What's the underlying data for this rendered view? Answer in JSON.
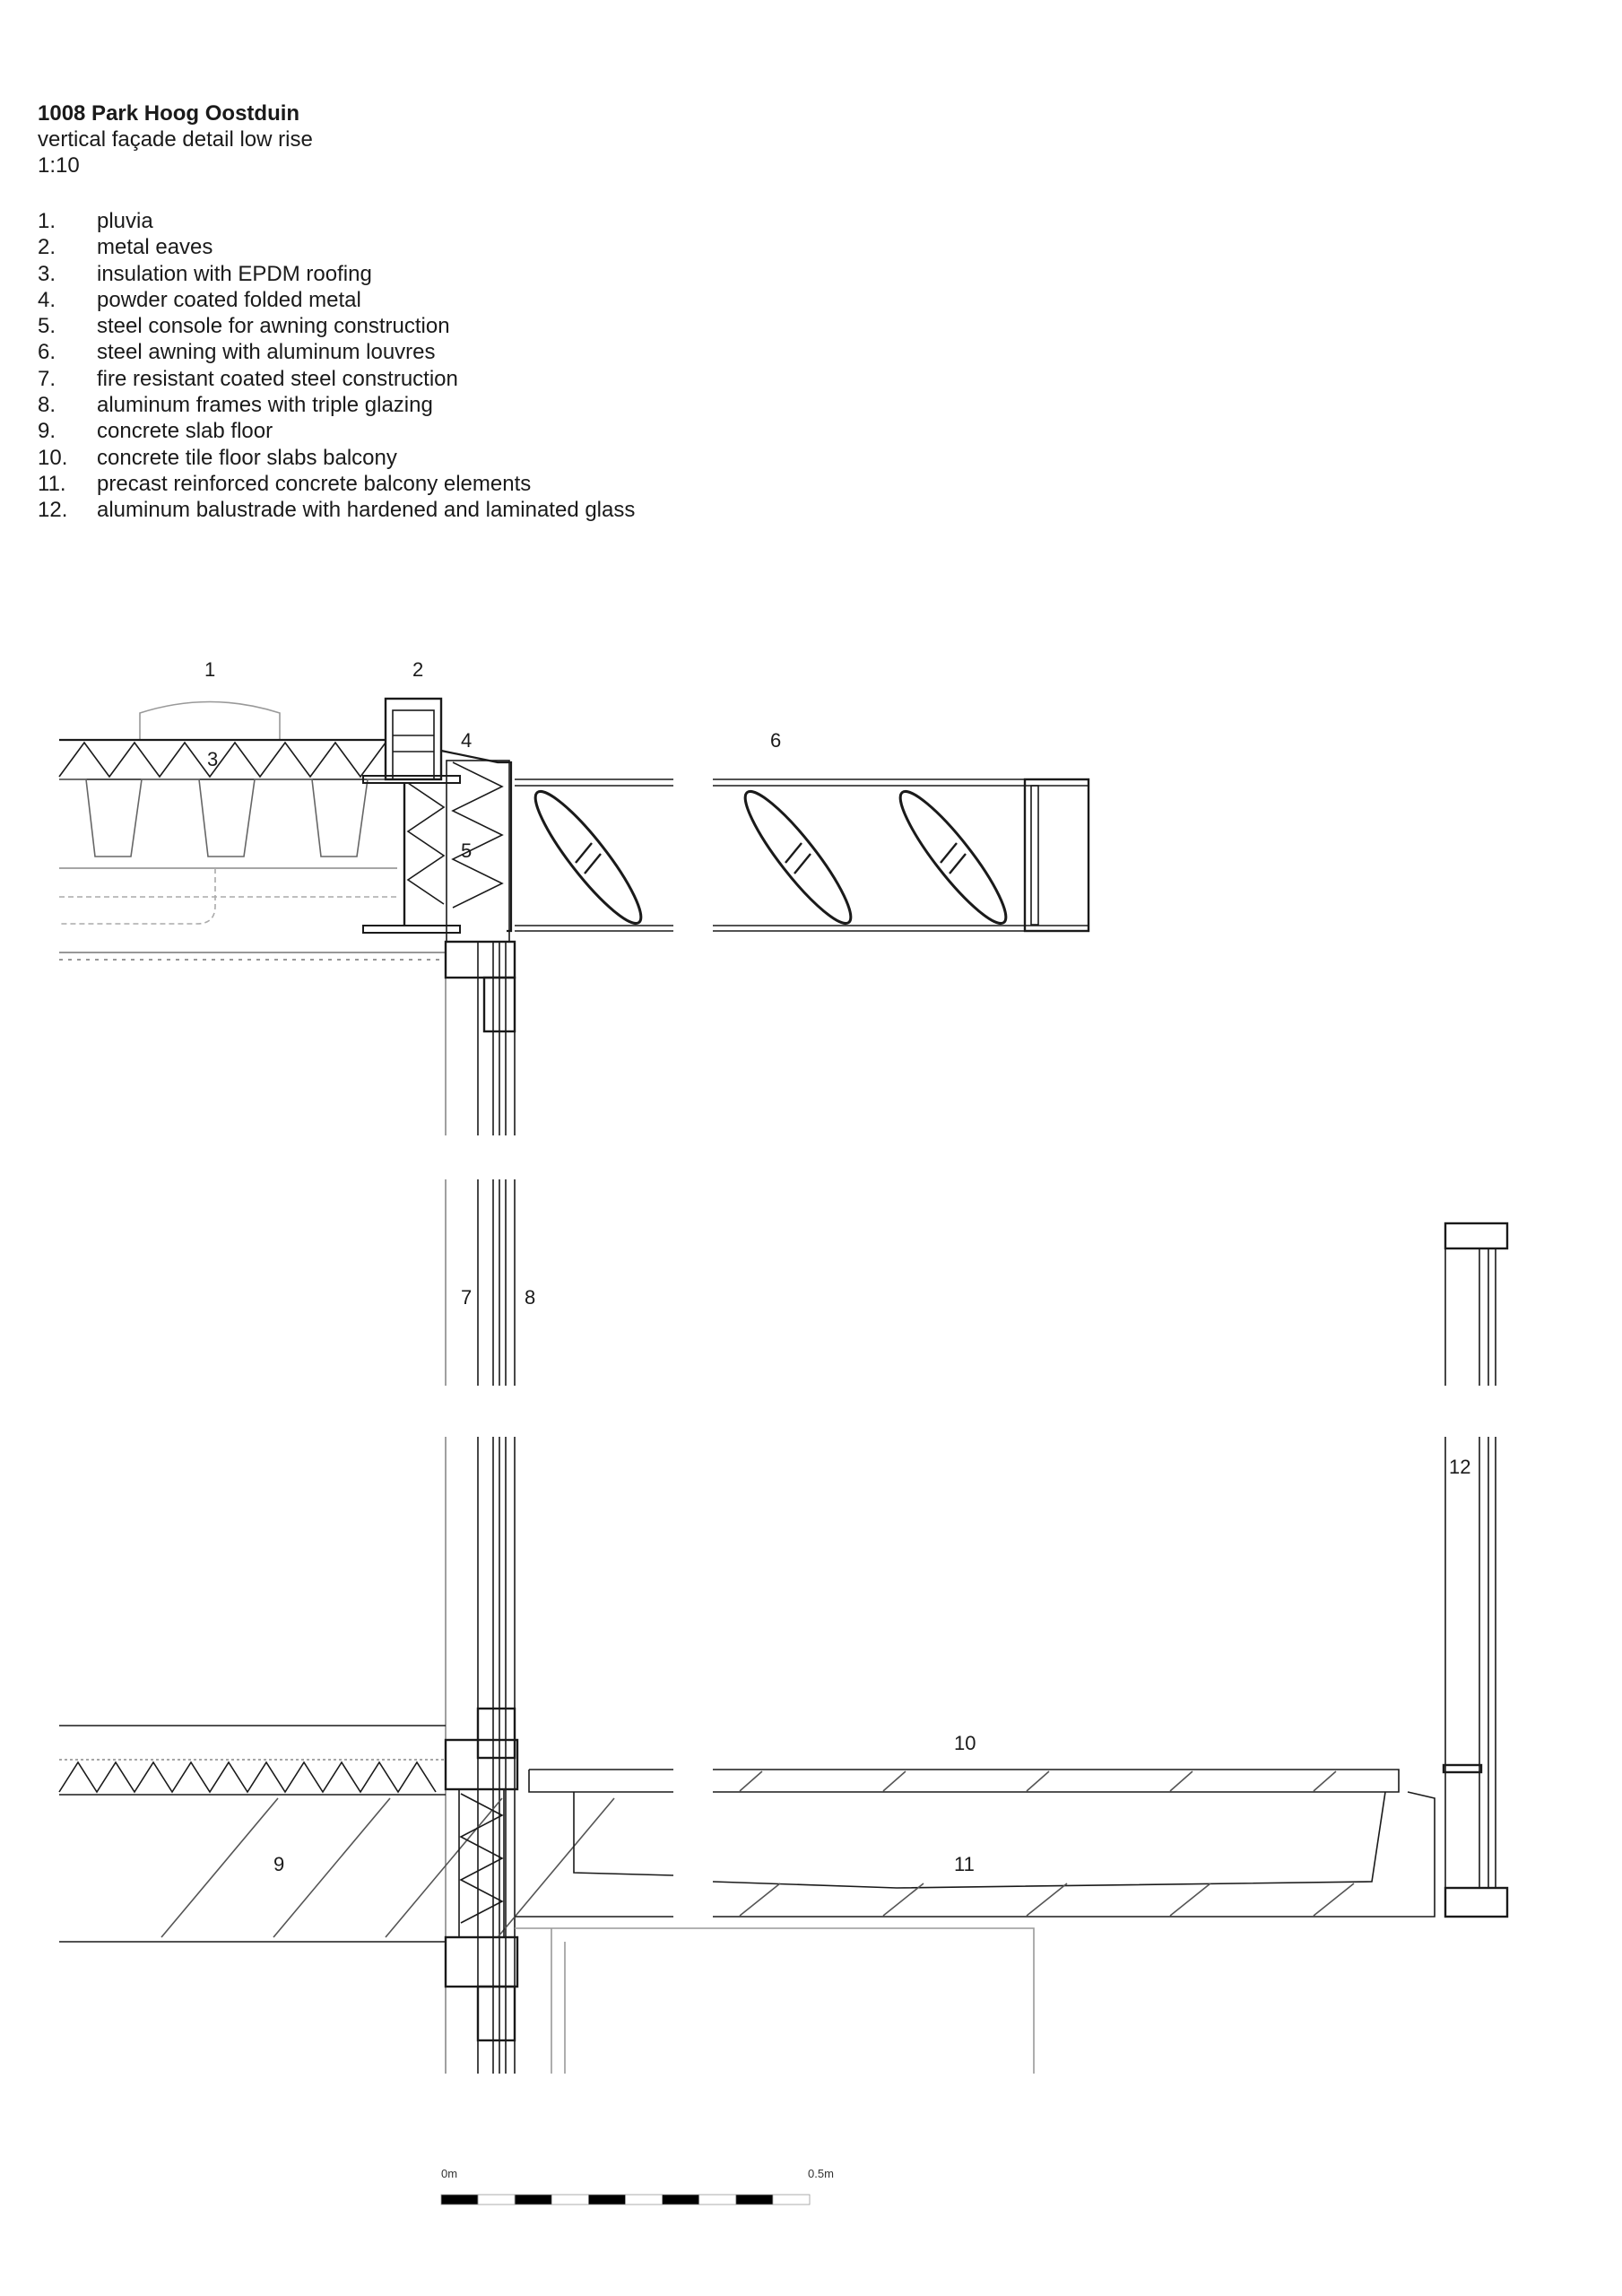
{
  "header": {
    "title": "1008 Park Hoog Oostduin",
    "subtitle": "vertical façade detail low rise",
    "scale": "1:10"
  },
  "legend": [
    {
      "num": "1.",
      "text": "pluvia"
    },
    {
      "num": "2.",
      "text": "metal eaves"
    },
    {
      "num": "3.",
      "text": "insulation with EPDM roofing"
    },
    {
      "num": "4.",
      "text": "powder coated folded metal"
    },
    {
      "num": "5.",
      "text": "steel console for awning construction"
    },
    {
      "num": "6.",
      "text": "steel awning with aluminum louvres"
    },
    {
      "num": "7.",
      "text": "fire resistant coated steel construction"
    },
    {
      "num": "8.",
      "text": "aluminum frames with triple glazing"
    },
    {
      "num": "9.",
      "text": "concrete slab floor"
    },
    {
      "num": "10.",
      "text": "concrete tile floor slabs balcony"
    },
    {
      "num": "11.",
      "text": "precast reinforced concrete balcony elements"
    },
    {
      "num": "12.",
      "text": "aluminum balustrade with hardened and laminated glass"
    }
  ],
  "callouts": [
    "1",
    "2",
    "3",
    "4",
    "5",
    "6",
    "7",
    "8",
    "9",
    "10",
    "11",
    "12"
  ],
  "scalebar": {
    "start_label": "0m",
    "end_label": "0.5m",
    "segments": 10
  },
  "colors": {
    "line": "#1a1a1a",
    "light": "#888888"
  }
}
